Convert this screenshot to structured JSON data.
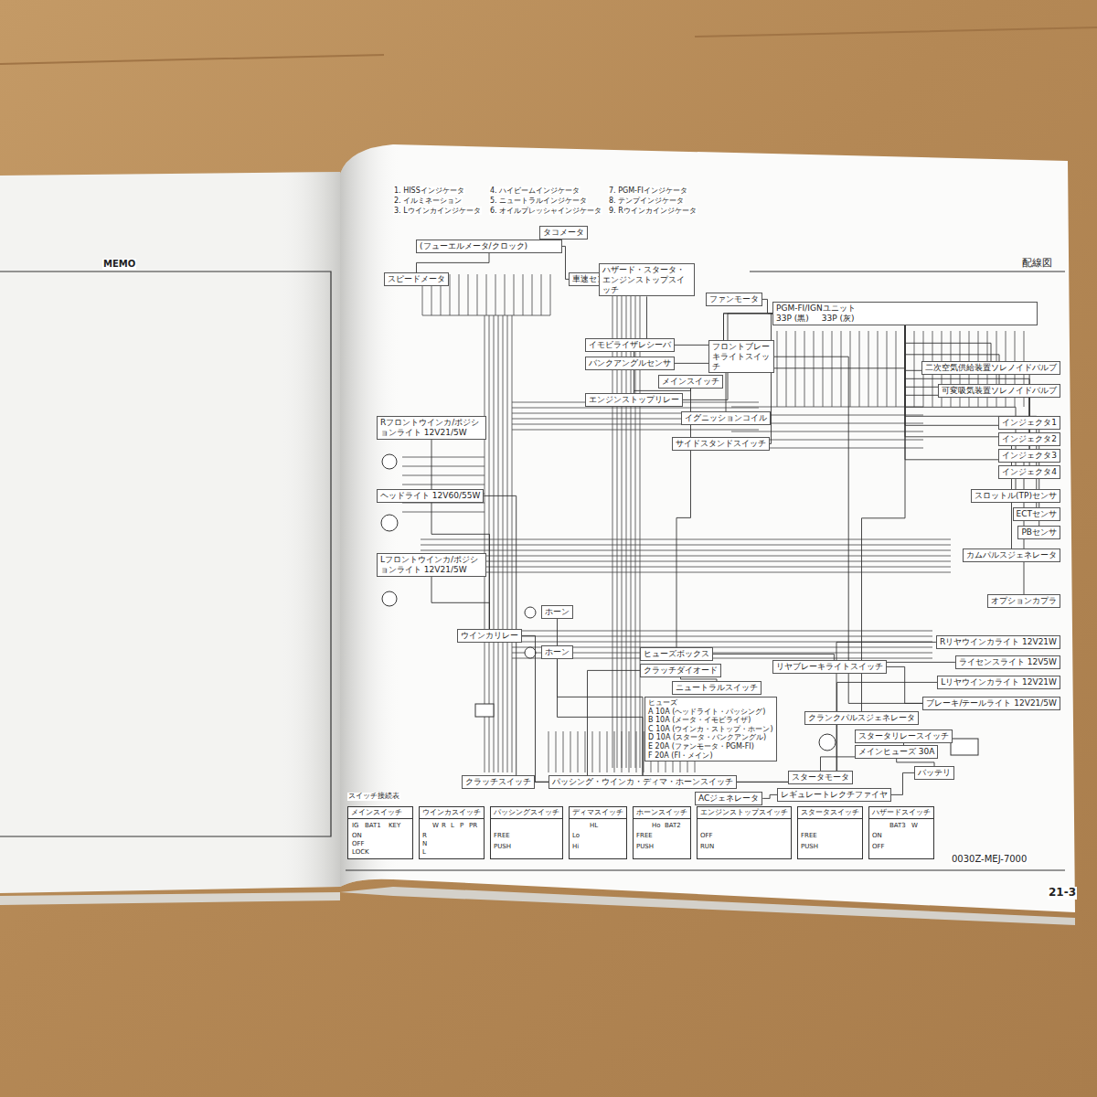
{
  "diagram": {
    "title": "配線図",
    "nodes": [
      {
        "text": [
          "(フューエルメータ/クロック)"
        ]
      },
      {
        "text": [
          "タコメータ"
        ]
      },
      {
        "text": [
          "スピードメータ"
        ]
      },
      {
        "text": [
          "車速センサ"
        ]
      },
      {
        "text": [
          "Rフロントウインカ/ポジションライト 12V21/5W"
        ]
      },
      {
        "text": [
          "ヘッドライト 12V60/55W"
        ]
      },
      {
        "text": [
          "Lフロントウインカ/ポジションライト 12V21/5W"
        ]
      },
      {
        "text": [
          "ホーン"
        ]
      },
      {
        "text": [
          "ホーン"
        ]
      },
      {
        "text": [
          "ウインカリレー"
        ]
      },
      {
        "text": [
          "クラッチスイッチ"
        ]
      },
      {
        "text": [
          "パッシング・ウインカ・ディマ・ホーンスイッチ"
        ]
      },
      {
        "text": [
          "ヒューズボックス"
        ]
      },
      {
        "text": [
          "クラッチダイオード"
        ]
      },
      {
        "text": [
          "ニュートラルスイッチ"
        ]
      },
      {
        "text": [
          "イモビライザレシーバ"
        ]
      },
      {
        "text": [
          "バンクアングルセンサ"
        ]
      },
      {
        "text": [
          "エンジンストップリレー"
        ]
      },
      {
        "text": [
          "メインスイッチ"
        ]
      },
      {
        "text": [
          "ハザード・スタータ・エンジンストップスイッチ"
        ]
      },
      {
        "text": [
          "フロントブレーキライトスイッチ"
        ]
      },
      {
        "text": [
          "ファンモータ"
        ]
      },
      {
        "text": [
          "イグニッションコイル"
        ]
      },
      {
        "text": [
          "サイドスタンドスイッチ"
        ]
      },
      {
        "text": [
          "PGM-FI/IGNユニット",
          "33P (黒)",
          "33P (灰)"
        ]
      },
      {
        "text": [
          "二次空気供給装置ソレノイドバルブ"
        ]
      },
      {
        "text": [
          "可変吸気装置ソレノイドバルブ"
        ]
      },
      {
        "text": [
          "インジェクタ1"
        ]
      },
      {
        "text": [
          "インジェクタ2"
        ]
      },
      {
        "text": [
          "インジェクタ3"
        ]
      },
      {
        "text": [
          "インジェクタ4"
        ]
      },
      {
        "text": [
          "スロットル(TP)センサ"
        ]
      },
      {
        "text": [
          "ECTセンサ"
        ]
      },
      {
        "text": [
          "PBセンサ"
        ]
      },
      {
        "text": [
          "カムパルスジェネレータ"
        ]
      },
      {
        "text": [
          "オプションカプラ"
        ]
      },
      {
        "text": [
          "Rリヤウインカライト 12V21W"
        ]
      },
      {
        "text": [
          "ライセンスライト 12V5W"
        ]
      },
      {
        "text": [
          "Lリヤウインカライト 12V21W"
        ]
      },
      {
        "text": [
          "ブレーキ/テールライト 12V21/5W"
        ]
      },
      {
        "text": [
          "クランクパルスジェネレータ"
        ]
      },
      {
        "text": [
          "スタータリレースイッチ"
        ]
      },
      {
        "text": [
          "メインヒューズ 30A"
        ]
      },
      {
        "text": [
          "バッテリ"
        ]
      },
      {
        "text": [
          "スタータモータ"
        ]
      },
      {
        "text": [
          "レギュレートレクチファイヤ"
        ]
      },
      {
        "text": [
          "ACジェネレータ"
        ]
      },
      {
        "text": [
          "リヤブレーキライトスイッチ"
        ]
      },
      {
        "text": [
          "ヒューズ",
          "A 10A (ヘッドライト・パッシング)",
          "B 10A (メータ・イモビライザ)",
          "C 10A (ウインカ・ストップ・ホーン)",
          "D 10A (スタータ・バンクアングル)",
          "E 20A (ファンモータ・PGM-FI)",
          "F 20A (FI・メイン)"
        ]
      },
      {
        "text": [
          "メインスイッチ"
        ]
      },
      {
        "text": [
          "ウインカスイッチ"
        ]
      },
      {
        "text": [
          "パッシングスイッチ"
        ]
      },
      {
        "text": [
          "ディマスイッチ"
        ]
      },
      {
        "text": [
          "ホーンスイッチ"
        ]
      },
      {
        "text": [
          "エンジンストップスイッチ"
        ]
      },
      {
        "text": [
          "スタータスイッチ"
        ]
      },
      {
        "text": [
          "ハザードスイッチ"
        ]
      }
    ],
    "edges": [
      {
        "from": 9,
        "to": 11,
        "arrow": "none"
      },
      {
        "from": 4,
        "to": 9,
        "arrow": "none"
      },
      {
        "from": 6,
        "to": 9,
        "arrow": "none"
      },
      {
        "from": 7,
        "to": 11,
        "arrow": "none"
      },
      {
        "from": 8,
        "to": 11,
        "arrow": "none"
      },
      {
        "from": 5,
        "to": 11,
        "arrow": "none"
      },
      {
        "from": 10,
        "to": 13,
        "arrow": "none"
      },
      {
        "from": 13,
        "to": 14,
        "arrow": "none"
      },
      {
        "from": 12,
        "to": 18,
        "arrow": "none"
      },
      {
        "from": 18,
        "to": 17,
        "arrow": "none"
      },
      {
        "from": 17,
        "to": 24,
        "arrow": "none"
      },
      {
        "from": 16,
        "to": 24,
        "arrow": "none"
      },
      {
        "from": 15,
        "to": 24,
        "arrow": "none"
      },
      {
        "from": 19,
        "to": 17,
        "arrow": "none"
      },
      {
        "from": 3,
        "to": 0,
        "arrow": "none"
      },
      {
        "from": 2,
        "to": 0,
        "arrow": "none"
      },
      {
        "from": 21,
        "to": 24,
        "arrow": "none"
      },
      {
        "from": 22,
        "to": 24,
        "arrow": "none"
      },
      {
        "from": 23,
        "to": 24,
        "arrow": "none"
      },
      {
        "from": 20,
        "to": 39,
        "arrow": "none"
      },
      {
        "from": 47,
        "to": 39,
        "arrow": "none"
      },
      {
        "from": 24,
        "to": 25,
        "arrow": "none"
      },
      {
        "from": 24,
        "to": 26,
        "arrow": "none"
      },
      {
        "from": 24,
        "to": 27,
        "arrow": "none"
      },
      {
        "from": 24,
        "to": 28,
        "arrow": "none"
      },
      {
        "from": 24,
        "to": 29,
        "arrow": "none"
      },
      {
        "from": 24,
        "to": 30,
        "arrow": "none"
      },
      {
        "from": 24,
        "to": 31,
        "arrow": "none"
      },
      {
        "from": 24,
        "to": 32,
        "arrow": "none"
      },
      {
        "from": 24,
        "to": 33,
        "arrow": "none"
      },
      {
        "from": 24,
        "to": 34,
        "arrow": "none"
      },
      {
        "from": 24,
        "to": 35,
        "arrow": "none"
      },
      {
        "from": 40,
        "to": 24,
        "arrow": "none"
      },
      {
        "from": 41,
        "to": 44,
        "arrow": "none"
      },
      {
        "from": 42,
        "to": 43,
        "arrow": "none"
      },
      {
        "from": 45,
        "to": 43,
        "arrow": "none"
      },
      {
        "from": 46,
        "to": 45,
        "arrow": "none"
      },
      {
        "from": 11,
        "to": 36,
        "arrow": "none"
      },
      {
        "from": 11,
        "to": 38,
        "arrow": "none"
      },
      {
        "from": 12,
        "to": 37,
        "arrow": "none"
      }
    ],
    "labels": [
      "MEMO",
      "0030Z-MEJ-7000",
      "21-3",
      "スイッチ接続表",
      "1. HISSインジケータ",
      "2. イルミネーション",
      "3. Lウインカインジケータ",
      "4. ハイビームインジケータ",
      "5. ニュートラルインジケータ",
      "6. オイルプレッシャインジケータ",
      "7. PGM-FIインジケータ",
      "8. テンプインジケータ",
      "9. Rウインカインジケータ",
      "IG",
      "BAT1",
      "KEY",
      "ON",
      "OFF",
      "LOCK",
      "W",
      "R",
      "L",
      "P",
      "PR",
      "R",
      "N",
      "L",
      "FREE",
      "PUSH",
      "HL",
      "Lo",
      "Hi",
      "Ho",
      "BAT2",
      "FREE",
      "PUSH",
      "OFF",
      "RUN",
      "FREE",
      "PUSH",
      "BAT3",
      "W",
      "ON",
      "OFF"
    ]
  }
}
